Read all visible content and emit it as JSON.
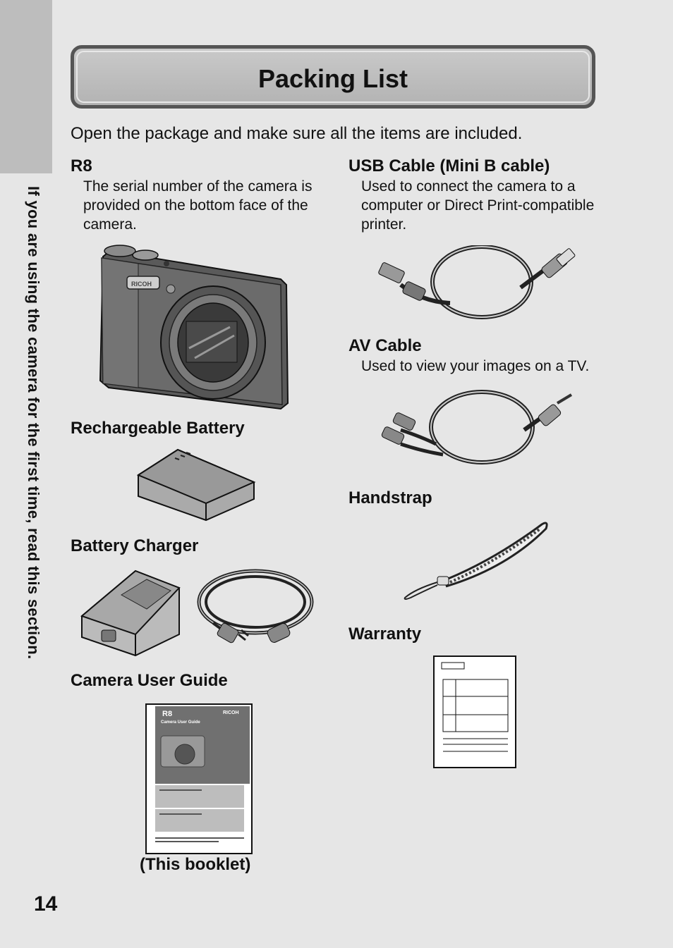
{
  "side_tab": "If you are using the camera for the first time, read this section.",
  "title": "Packing List",
  "intro": "Open the package and make sure all the items are included.",
  "items": {
    "r8": {
      "heading": "R8",
      "desc": "The serial number of the camera is provided on the bottom face of the camera."
    },
    "usb": {
      "heading": "USB Cable (Mini B cable)",
      "desc": "Used to connect the camera to a computer or Direct Print-compatible printer."
    },
    "av": {
      "heading": "AV Cable",
      "desc": "Used to view your images on a TV."
    },
    "battery": {
      "heading": "Rechargeable Battery"
    },
    "handstrap": {
      "heading": "Handstrap"
    },
    "charger": {
      "heading": "Battery Charger"
    },
    "warranty": {
      "heading": "Warranty"
    },
    "guide": {
      "heading": "Camera User Guide",
      "caption": "(This booklet)"
    }
  },
  "booklet": {
    "model": "R8",
    "subtitle": "Camera User Guide",
    "brand": "RICOH"
  },
  "camera_logo": "RICOH",
  "page_number": "14"
}
